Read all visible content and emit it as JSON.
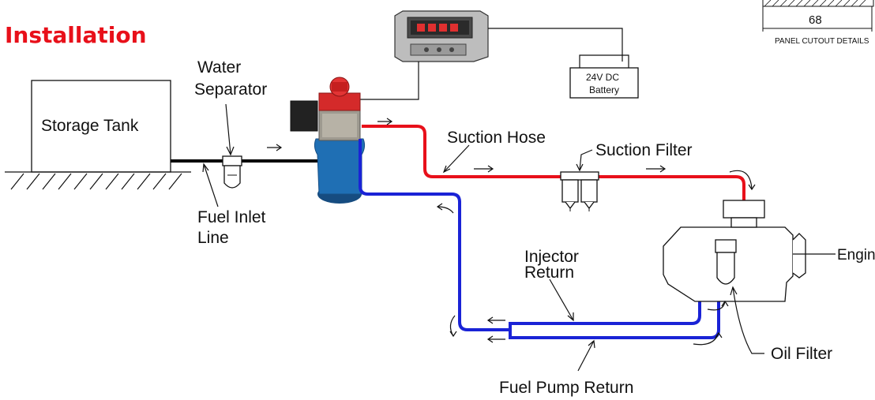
{
  "title": "Installation",
  "colors": {
    "title": "#e8101a",
    "suction_line": "#e8101a",
    "return_line": "#1a23d6",
    "inlet_line": "#000000",
    "flowmeter_body": "#1f6fb4",
    "flowmeter_top": "#d42a2a",
    "display_panel": "#d0d0d0"
  },
  "panel": {
    "dimension": "68",
    "caption": "PANEL CUTOUT DETAILS"
  },
  "battery": {
    "line1": "24V DC",
    "line2": "Battery"
  },
  "labels": {
    "storage_tank": "Storage Tank",
    "water_separator_1": "Water",
    "water_separator_2": "Separator",
    "fuel_inlet_1": "Fuel Inlet",
    "fuel_inlet_2": "Line",
    "suction_hose": "Suction Hose",
    "suction_filter": "Suction Filter",
    "injector_return_1": "Injector",
    "injector_return_2": "Return",
    "engine": "Engine",
    "oil_filter": "Oil Filter",
    "fuel_pump_return": "Fuel Pump Return"
  },
  "icons": [
    "arrow-right-icon",
    "arrow-left-icon",
    "flow-curve-arrow-icon"
  ]
}
